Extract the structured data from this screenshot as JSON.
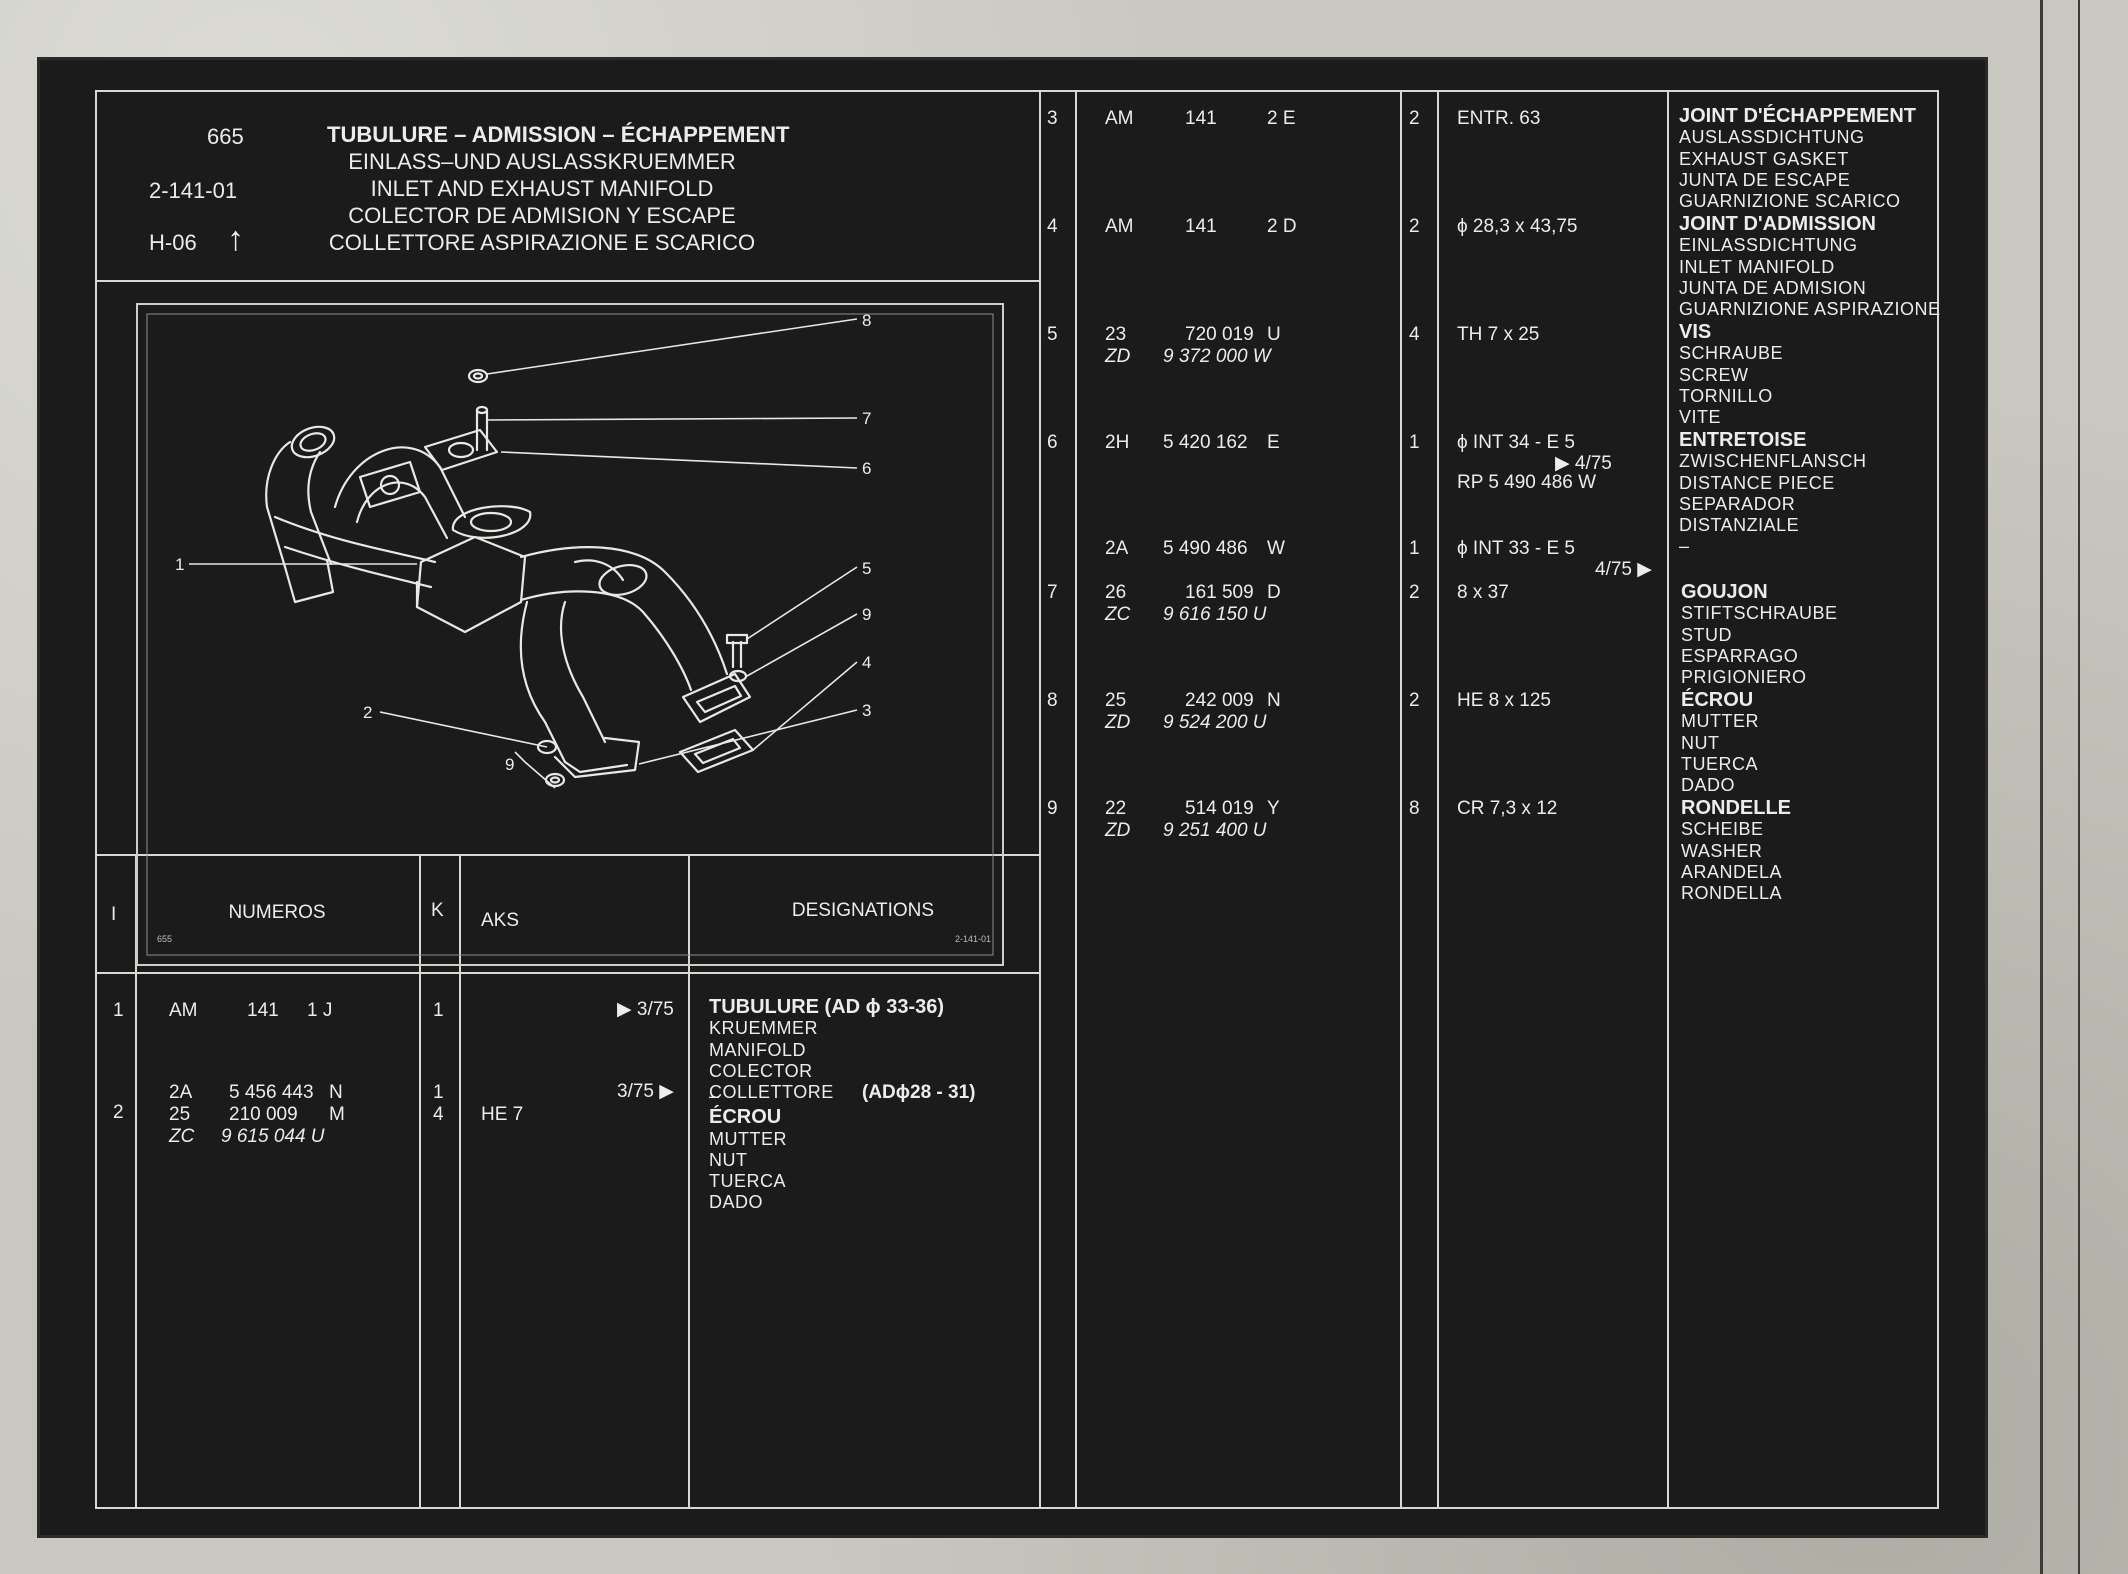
{
  "header": {
    "page_number": "665",
    "reference": "2-141-01",
    "grid": "H-06",
    "grid_arrow": "↑",
    "titles": [
      "TUBULURE – ADMISSION – ÉCHAPPEMENT",
      "EINLASS–UND AUSLASSKRUEMMER",
      "INLET AND EXHAUST MANIFOLD",
      "COLECTOR DE ADMISION Y ESCAPE",
      "COLLETTORE ASPIRAZIONE E SCARICO"
    ]
  },
  "diagram": {
    "callouts": [
      "8",
      "7",
      "6",
      "1",
      "5",
      "9",
      "4",
      "2",
      "3",
      "9"
    ],
    "footer_left": "655",
    "footer_right": "2-141-01"
  },
  "columns": {
    "index": "I",
    "numeros": "NUMEROS",
    "k": "K",
    "aks": "AKS",
    "designations": "DESIGNATIONS"
  },
  "left_rows": [
    {
      "index": "1",
      "numbers": [
        [
          "AM",
          "141",
          "1 J"
        ]
      ],
      "italic_numbers": [],
      "k": [
        "1"
      ],
      "aks": "",
      "aks_note": "▶ 3/75",
      "designation_title": "TUBULURE (AD ϕ 33-36)",
      "designation_lines": [
        "KRUEMMER",
        "MANIFOLD",
        "COLECTOR",
        "COLLETTORE"
      ]
    },
    {
      "index": "2",
      "numbers": [
        [
          "2A",
          "5 456 443",
          "N"
        ],
        [
          "25",
          "210 009",
          "M"
        ]
      ],
      "italic_numbers": [
        [
          "ZC",
          "9 615 044 U"
        ]
      ],
      "k": [
        "1",
        "4"
      ],
      "aks": "HE 7",
      "aks_note": "3/75 ▶",
      "designation_pre": "–",
      "designation_note": "(ADϕ28 - 31)",
      "designation_title": "ÉCROU",
      "designation_lines": [
        "MUTTER",
        "NUT",
        "TUERCA",
        "DADO"
      ]
    }
  ],
  "right_rows": [
    {
      "index": "3",
      "n1": "AM",
      "n2": "141",
      "n3": "2 E",
      "alt": "",
      "alt_num": "",
      "k": "2",
      "aks": "ENTR. 63",
      "title": "JOINT D'ÉCHAPPEMENT",
      "lines": [
        "AUSLASSDICHTUNG",
        "EXHAUST GASKET",
        "JUNTA DE ESCAPE",
        "GUARNIZIONE SCARICO"
      ]
    },
    {
      "index": "4",
      "n1": "AM",
      "n2": "141",
      "n3": "2 D",
      "alt": "",
      "alt_num": "",
      "k": "2",
      "aks": "ϕ 28,3 x 43,75",
      "title": "JOINT D'ADMISSION",
      "lines": [
        "EINLASSDICHTUNG",
        "INLET MANIFOLD",
        "JUNTA DE ADMISION",
        "GUARNIZIONE ASPIRAZIONE"
      ]
    },
    {
      "index": "5",
      "n1": "23",
      "n2": "720 019",
      "n3": "U",
      "alt": "ZD",
      "alt_num": "9 372 000 W",
      "k": "4",
      "aks": "TH 7 x 25",
      "title": "VIS",
      "lines": [
        "SCHRAUBE",
        "SCREW",
        "TORNILLO",
        "VITE"
      ]
    },
    {
      "index": "6",
      "n1": "2H",
      "n2": "5 420 162",
      "n3": "E",
      "alt": "",
      "alt_num": "",
      "k": "1",
      "aks": "ϕ INT 34 - E 5",
      "aks_note": "▶ 4/75",
      "aks_extra": "RP 5 490 486 W",
      "title": "ENTRETOISE",
      "lines": [
        "ZWISCHENFLANSCH",
        "DISTANCE PIECE",
        "SEPARADOR",
        "DISTANZIALE",
        "–"
      ]
    },
    {
      "index": "",
      "n1": "2A",
      "n2": "5 490 486",
      "n3": "W",
      "alt": "",
      "alt_num": "",
      "k": "1",
      "aks": "ϕ INT 33 - E 5",
      "aks_note": "4/75 ▶",
      "title": "",
      "lines": []
    },
    {
      "index": "7",
      "n1": "26",
      "n2": "161 509",
      "n3": "D",
      "alt": "ZC",
      "alt_num": "9 616 150 U",
      "k": "2",
      "aks": "8 x 37",
      "title": "GOUJON",
      "lines": [
        "STIFTSCHRAUBE",
        "STUD",
        "ESPARRAGO",
        "PRIGIONIERO"
      ]
    },
    {
      "index": "8",
      "n1": "25",
      "n2": "242 009",
      "n3": "N",
      "alt": "ZD",
      "alt_num": "9 524 200 U",
      "k": "2",
      "aks": "HE 8 x 125",
      "title": "ÉCROU",
      "lines": [
        "MUTTER",
        "NUT",
        "TUERCA",
        "DADO"
      ]
    },
    {
      "index": "9",
      "n1": "22",
      "n2": "514 019",
      "n3": "Y",
      "alt": "ZD",
      "alt_num": "9 251 400 U",
      "k": "8",
      "aks": "CR 7,3 x 12",
      "title": "RONDELLE",
      "lines": [
        "SCHEIBE",
        "WASHER",
        "ARANDELA",
        "RONDELLA"
      ]
    }
  ]
}
